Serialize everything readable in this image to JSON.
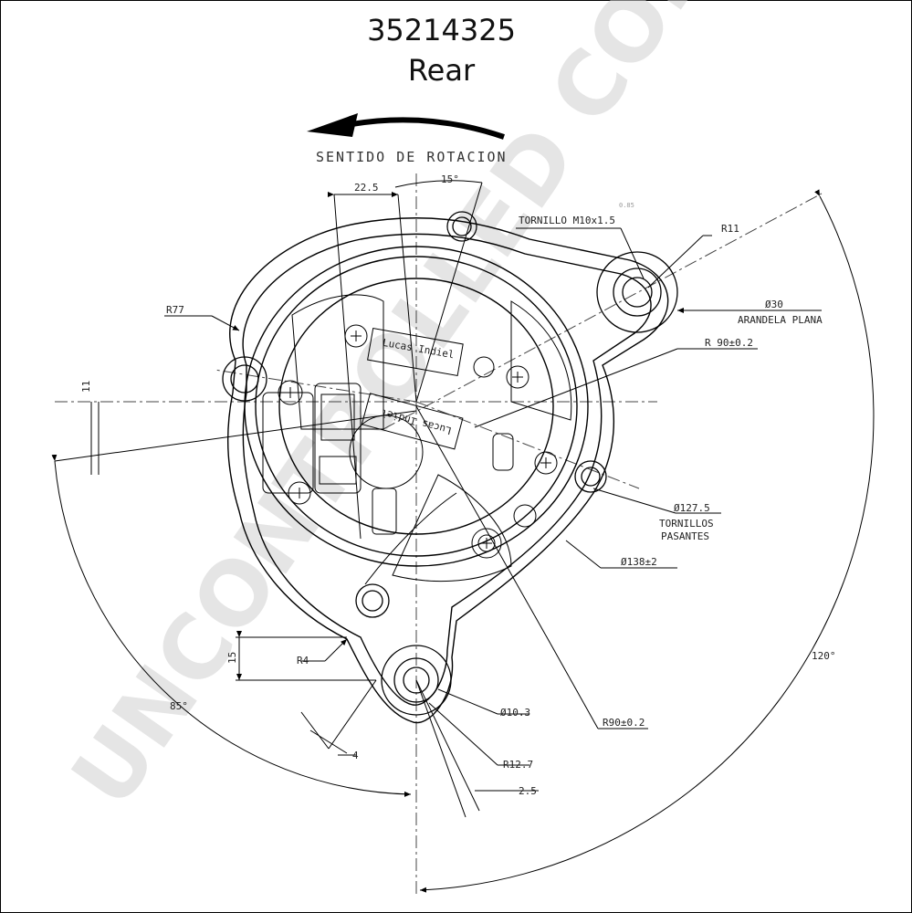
{
  "title": {
    "part_number": "35214325",
    "view": "Rear"
  },
  "rotation_label": "SENTIDO DE ROTACION",
  "labels": {
    "angle_15": "15°",
    "dim_22_5": "22.5",
    "tornillo": "TORNILLO M10x1.5",
    "small_note": "0.85",
    "r11": "R11",
    "r77": "R77",
    "dia30": "Ø30",
    "arandela": "ARANDELA PLANA",
    "r90_top": "R 90±0.2",
    "dim_11": "11",
    "dia127": "Ø127.5",
    "tornillos": "TORNILLOS",
    "pasantes": "PASANTES",
    "dia138": "Ø138±2",
    "angle_120": "120°",
    "dim_15": "15",
    "r4": "R4",
    "angle_85": "85°",
    "dia10": "Ø10.3",
    "r90_bottom": "R90±0.2",
    "dim_4": "4",
    "r12_7": "R12.7",
    "dim_2_5": "2.5",
    "brand_1": "Lucas Indiel",
    "brand_2": "Lucas Indiel",
    "watermark": "UNCONTROLLED COPY"
  }
}
